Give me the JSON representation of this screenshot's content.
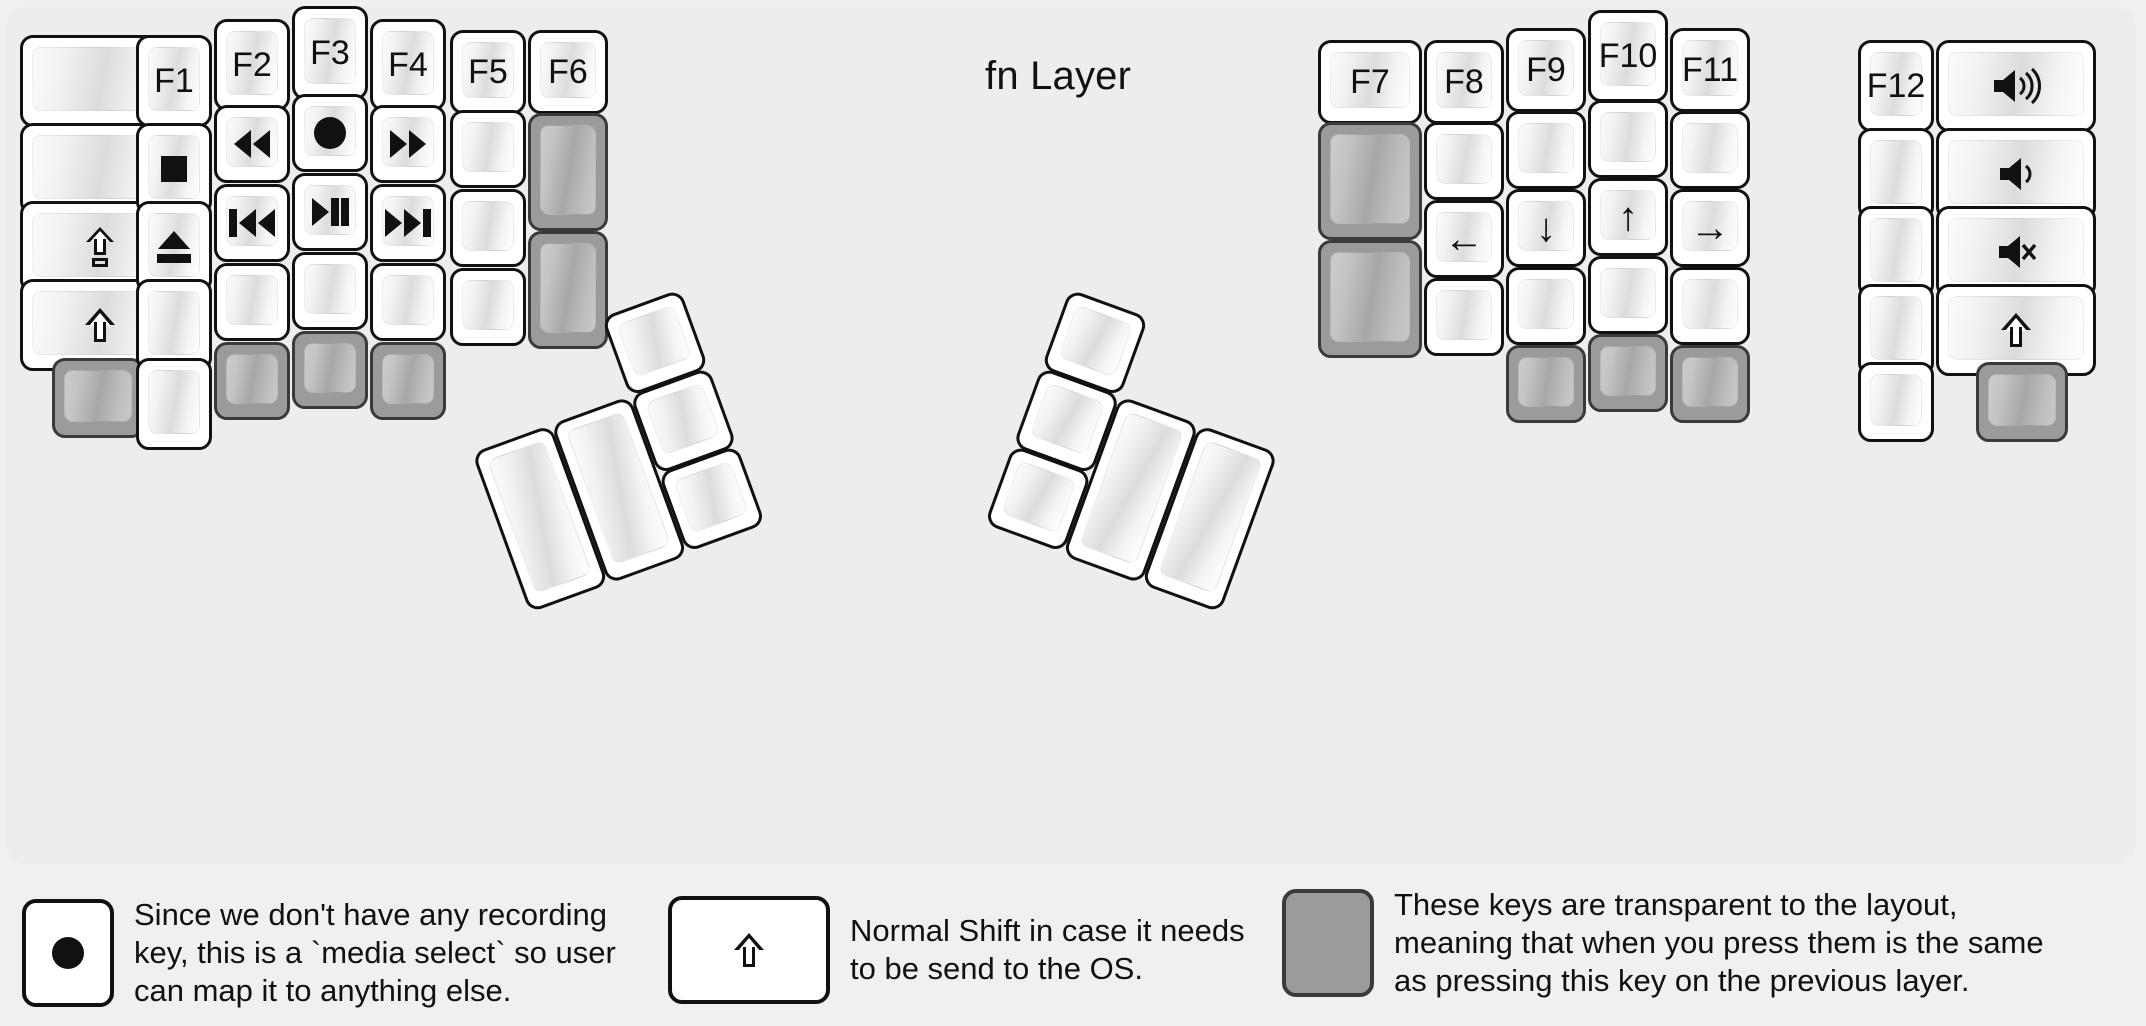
{
  "title": "fn Layer",
  "colors": {
    "background": "#f0f0f0",
    "panel": "#ededed",
    "key_face": "#ffffff",
    "key_border": "#111111",
    "transparent_key": "#9b9b9b",
    "transparent_border": "#3a3a3a",
    "text": "#111111"
  },
  "left_half": {
    "name": "left-keyboard-half",
    "columns": [
      {
        "name": "col-pinky-outer",
        "keys": [
          {
            "label": "",
            "glyph": "",
            "type": "blank"
          },
          {
            "label": "",
            "glyph": "",
            "type": "blank"
          },
          {
            "label": "",
            "glyph": "caps-lock-icon",
            "type": "glyph"
          },
          {
            "label": "",
            "glyph": "shift-icon",
            "type": "glyph"
          }
        ]
      },
      {
        "name": "col-pinky",
        "keys": [
          {
            "label": "F1",
            "glyph": "",
            "type": "text"
          },
          {
            "label": "",
            "glyph": "stop-icon",
            "type": "glyph"
          },
          {
            "label": "",
            "glyph": "eject-icon",
            "type": "glyph"
          },
          {
            "label": "",
            "glyph": "",
            "type": "blank"
          },
          {
            "label": "",
            "glyph": "",
            "type": "blank"
          }
        ]
      },
      {
        "name": "col-ring",
        "keys": [
          {
            "label": "F2",
            "glyph": "",
            "type": "text"
          },
          {
            "label": "",
            "glyph": "rewind-icon",
            "type": "glyph"
          },
          {
            "label": "",
            "glyph": "previous-track-icon",
            "type": "glyph"
          },
          {
            "label": "",
            "glyph": "",
            "type": "blank"
          },
          {
            "label": "",
            "glyph": "",
            "type": "transparent"
          }
        ]
      },
      {
        "name": "col-middle",
        "keys": [
          {
            "label": "F3",
            "glyph": "",
            "type": "text"
          },
          {
            "label": "",
            "glyph": "record-icon",
            "type": "glyph"
          },
          {
            "label": "",
            "glyph": "play-pause-icon",
            "type": "glyph"
          },
          {
            "label": "",
            "glyph": "",
            "type": "blank"
          },
          {
            "label": "",
            "glyph": "",
            "type": "transparent"
          }
        ]
      },
      {
        "name": "col-index",
        "keys": [
          {
            "label": "F4",
            "glyph": "",
            "type": "text"
          },
          {
            "label": "",
            "glyph": "fast-forward-icon",
            "type": "glyph"
          },
          {
            "label": "",
            "glyph": "next-track-icon",
            "type": "glyph"
          },
          {
            "label": "",
            "glyph": "",
            "type": "blank"
          },
          {
            "label": "",
            "glyph": "",
            "type": "transparent"
          }
        ]
      },
      {
        "name": "col-index-inner",
        "keys": [
          {
            "label": "F5",
            "glyph": "",
            "type": "text"
          },
          {
            "label": "",
            "glyph": "",
            "type": "blank"
          },
          {
            "label": "",
            "glyph": "",
            "type": "blank"
          },
          {
            "label": "",
            "glyph": "",
            "type": "blank"
          }
        ]
      },
      {
        "name": "col-inner",
        "keys": [
          {
            "label": "F6",
            "glyph": "",
            "type": "text"
          },
          {
            "label": "",
            "glyph": "",
            "type": "transparent"
          },
          {
            "label": "",
            "glyph": "",
            "type": "transparent"
          }
        ]
      }
    ],
    "thumb_cluster": {
      "name": "left-thumb-cluster",
      "rotation_deg": -20,
      "keys": [
        {
          "label": "",
          "glyph": "",
          "type": "blank",
          "size": "2u"
        },
        {
          "label": "",
          "glyph": "",
          "type": "blank",
          "size": "2u"
        },
        {
          "label": "",
          "glyph": "",
          "type": "blank",
          "size": "1u"
        },
        {
          "label": "",
          "glyph": "",
          "type": "blank",
          "size": "1u"
        },
        {
          "label": "",
          "glyph": "",
          "type": "blank",
          "size": "1u"
        }
      ]
    }
  },
  "right_half": {
    "name": "right-keyboard-half",
    "columns": [
      {
        "name": "col-inner",
        "keys": [
          {
            "label": "F7",
            "glyph": "",
            "type": "text"
          },
          {
            "label": "",
            "glyph": "",
            "type": "transparent"
          },
          {
            "label": "",
            "glyph": "",
            "type": "transparent"
          }
        ]
      },
      {
        "name": "col-index-inner",
        "keys": [
          {
            "label": "F8",
            "glyph": "",
            "type": "text"
          },
          {
            "label": "",
            "glyph": "",
            "type": "blank"
          },
          {
            "label": "",
            "glyph": "arrow-left-icon",
            "type": "glyph"
          },
          {
            "label": "",
            "glyph": "",
            "type": "blank"
          }
        ]
      },
      {
        "name": "col-index",
        "keys": [
          {
            "label": "F9",
            "glyph": "",
            "type": "text"
          },
          {
            "label": "",
            "glyph": "",
            "type": "blank"
          },
          {
            "label": "",
            "glyph": "arrow-down-icon",
            "type": "glyph"
          },
          {
            "label": "",
            "glyph": "",
            "type": "blank"
          },
          {
            "label": "",
            "glyph": "",
            "type": "transparent"
          }
        ]
      },
      {
        "name": "col-middle",
        "keys": [
          {
            "label": "F10",
            "glyph": "",
            "type": "text"
          },
          {
            "label": "",
            "glyph": "",
            "type": "blank"
          },
          {
            "label": "",
            "glyph": "arrow-up-icon",
            "type": "glyph"
          },
          {
            "label": "",
            "glyph": "",
            "type": "blank"
          },
          {
            "label": "",
            "glyph": "",
            "type": "transparent"
          }
        ]
      },
      {
        "name": "col-ring",
        "keys": [
          {
            "label": "F11",
            "glyph": "",
            "type": "text"
          },
          {
            "label": "",
            "glyph": "",
            "type": "blank"
          },
          {
            "label": "",
            "glyph": "arrow-right-icon",
            "type": "glyph"
          },
          {
            "label": "",
            "glyph": "",
            "type": "blank"
          },
          {
            "label": "",
            "glyph": "",
            "type": "transparent"
          }
        ]
      },
      {
        "name": "col-pinky",
        "keys": [
          {
            "label": "F12",
            "glyph": "",
            "type": "text"
          },
          {
            "label": "",
            "glyph": "",
            "type": "blank"
          },
          {
            "label": "",
            "glyph": "",
            "type": "blank"
          },
          {
            "label": "",
            "glyph": "",
            "type": "blank"
          },
          {
            "label": "",
            "glyph": "",
            "type": "blank"
          }
        ]
      },
      {
        "name": "col-pinky-outer",
        "keys": [
          {
            "label": "",
            "glyph": "volume-up-icon",
            "type": "glyph"
          },
          {
            "label": "",
            "glyph": "volume-down-icon",
            "type": "glyph"
          },
          {
            "label": "",
            "glyph": "volume-mute-icon",
            "type": "glyph"
          },
          {
            "label": "",
            "glyph": "shift-icon",
            "type": "glyph"
          },
          {
            "label": "",
            "glyph": "",
            "type": "transparent"
          }
        ]
      }
    ],
    "thumb_cluster": {
      "name": "right-thumb-cluster",
      "rotation_deg": 20,
      "keys": [
        {
          "label": "",
          "glyph": "",
          "type": "blank",
          "size": "2u"
        },
        {
          "label": "",
          "glyph": "",
          "type": "blank",
          "size": "2u"
        },
        {
          "label": "",
          "glyph": "",
          "type": "blank",
          "size": "1u"
        },
        {
          "label": "",
          "glyph": "",
          "type": "blank",
          "size": "1u"
        },
        {
          "label": "",
          "glyph": "",
          "type": "blank",
          "size": "1u"
        }
      ]
    }
  },
  "legend": [
    {
      "name": "legend-record",
      "key_glyph": "record-icon",
      "key_type": "normal",
      "text": "Since we don't have any recording\nkey, this is a `media select` so user\ncan map it to anything else."
    },
    {
      "name": "legend-shift",
      "key_glyph": "shift-icon",
      "key_type": "normal",
      "text": "Normal Shift in case it needs\nto be send to the OS."
    },
    {
      "name": "legend-transparent",
      "key_glyph": "",
      "key_type": "transparent",
      "text": "These keys are transparent to the layout,\nmeaning that when you press them is the same\nas pressing this key on the previous layer."
    }
  ]
}
